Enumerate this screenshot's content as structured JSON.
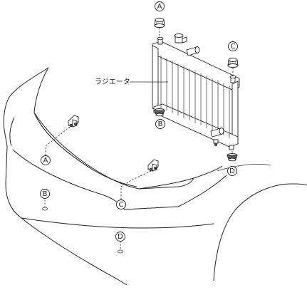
{
  "labels": {
    "radiator": "ラジエータ",
    "callout_a": "A",
    "callout_b": "B",
    "callout_c": "C",
    "callout_d": "D"
  }
}
